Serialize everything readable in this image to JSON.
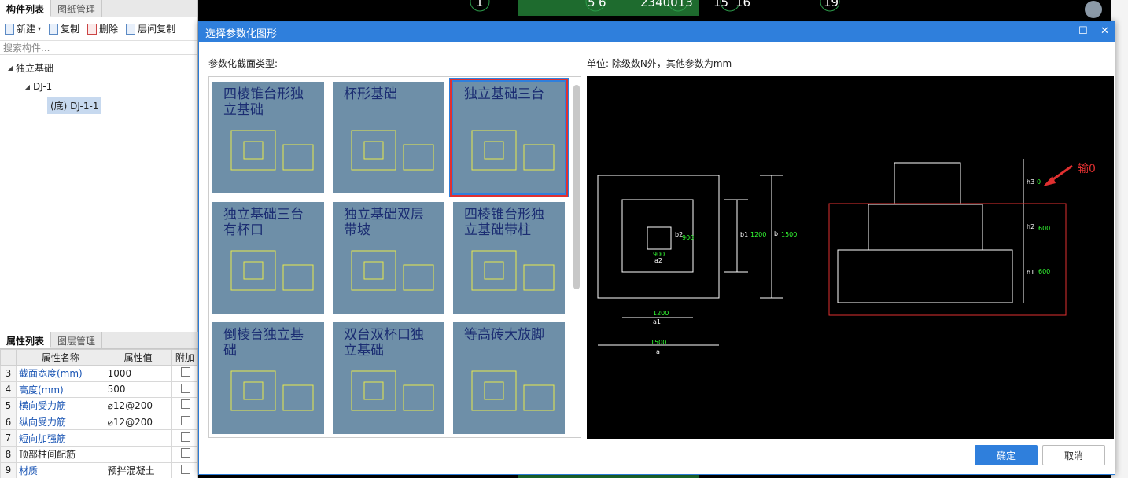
{
  "left_panel": {
    "tabs": [
      "构件列表",
      "图纸管理"
    ],
    "toolbar": {
      "new": "新建",
      "copy": "复制",
      "delete": "删除",
      "floor_copy": "层间复制"
    },
    "search_placeholder": "搜索构件...",
    "tree": {
      "root": "独立基础",
      "child": "DJ-1",
      "leaf": "(底) DJ-1-1"
    }
  },
  "property_panel": {
    "tabs": [
      "属性列表",
      "图层管理"
    ],
    "headers": [
      "属性名称",
      "属性值",
      "附加"
    ],
    "rows": [
      {
        "num": "3",
        "name": "截面宽度(mm)",
        "value": "1000"
      },
      {
        "num": "4",
        "name": "高度(mm)",
        "value": "500"
      },
      {
        "num": "5",
        "name": "横向受力筋",
        "value": "⌀12@200"
      },
      {
        "num": "6",
        "name": "纵向受力筋",
        "value": "⌀12@200"
      },
      {
        "num": "7",
        "name": "短向加强筋",
        "value": ""
      },
      {
        "num": "8",
        "name": "顶部柱间配筋",
        "value": ""
      },
      {
        "num": "9",
        "name": "材质",
        "value": "预拌混凝土"
      }
    ]
  },
  "cad_bg": {
    "axis": [
      "1",
      "5",
      "6",
      "2340013",
      "15",
      "16",
      "19"
    ]
  },
  "dialog": {
    "title": "选择参数化图形",
    "section_label": "参数化截面类型:",
    "unit_label": "单位:   除级数N外，其他参数为mm",
    "thumbnails": [
      "四棱锥台形独立基础",
      "杯形基础",
      "独立基础三台",
      "独立基础三台有杯口",
      "独立基础双层带坡",
      "四棱锥台形独立基础带柱",
      "倒棱台独立基础",
      "双台双杯口独立基础",
      "等高砖大放脚"
    ],
    "ok": "确定",
    "cancel": "取消"
  },
  "preview": {
    "dims": {
      "b2": "900",
      "a2": "900",
      "b1": "1200",
      "b": "1500",
      "a1": "1200",
      "a": "1500",
      "h3": "0",
      "h2": "600",
      "h1": "600"
    },
    "note": "输0"
  }
}
